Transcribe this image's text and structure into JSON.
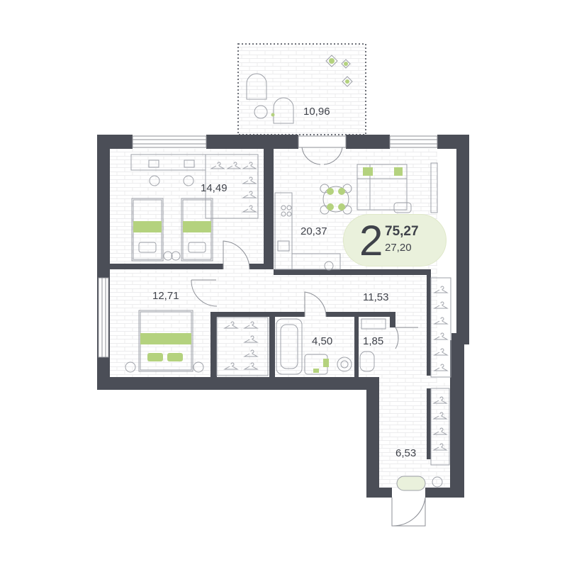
{
  "apartment": {
    "rooms": "2",
    "total_area": "75,27",
    "living_area": "27,20"
  },
  "room_areas": {
    "balcony": "10,96",
    "bedroom_kids": "14,49",
    "kitchen_living": "20,37",
    "bedroom_master": "12,71",
    "hallway": "11,53",
    "bathroom": "4,50",
    "toilet": "1,85",
    "corridor": "6,53"
  },
  "colors": {
    "wall": "#4b4e57",
    "accent": "#b4d27e",
    "badge_bg": "#eaf1dc",
    "line": "#c9cbd0",
    "text": "#3f424a"
  }
}
